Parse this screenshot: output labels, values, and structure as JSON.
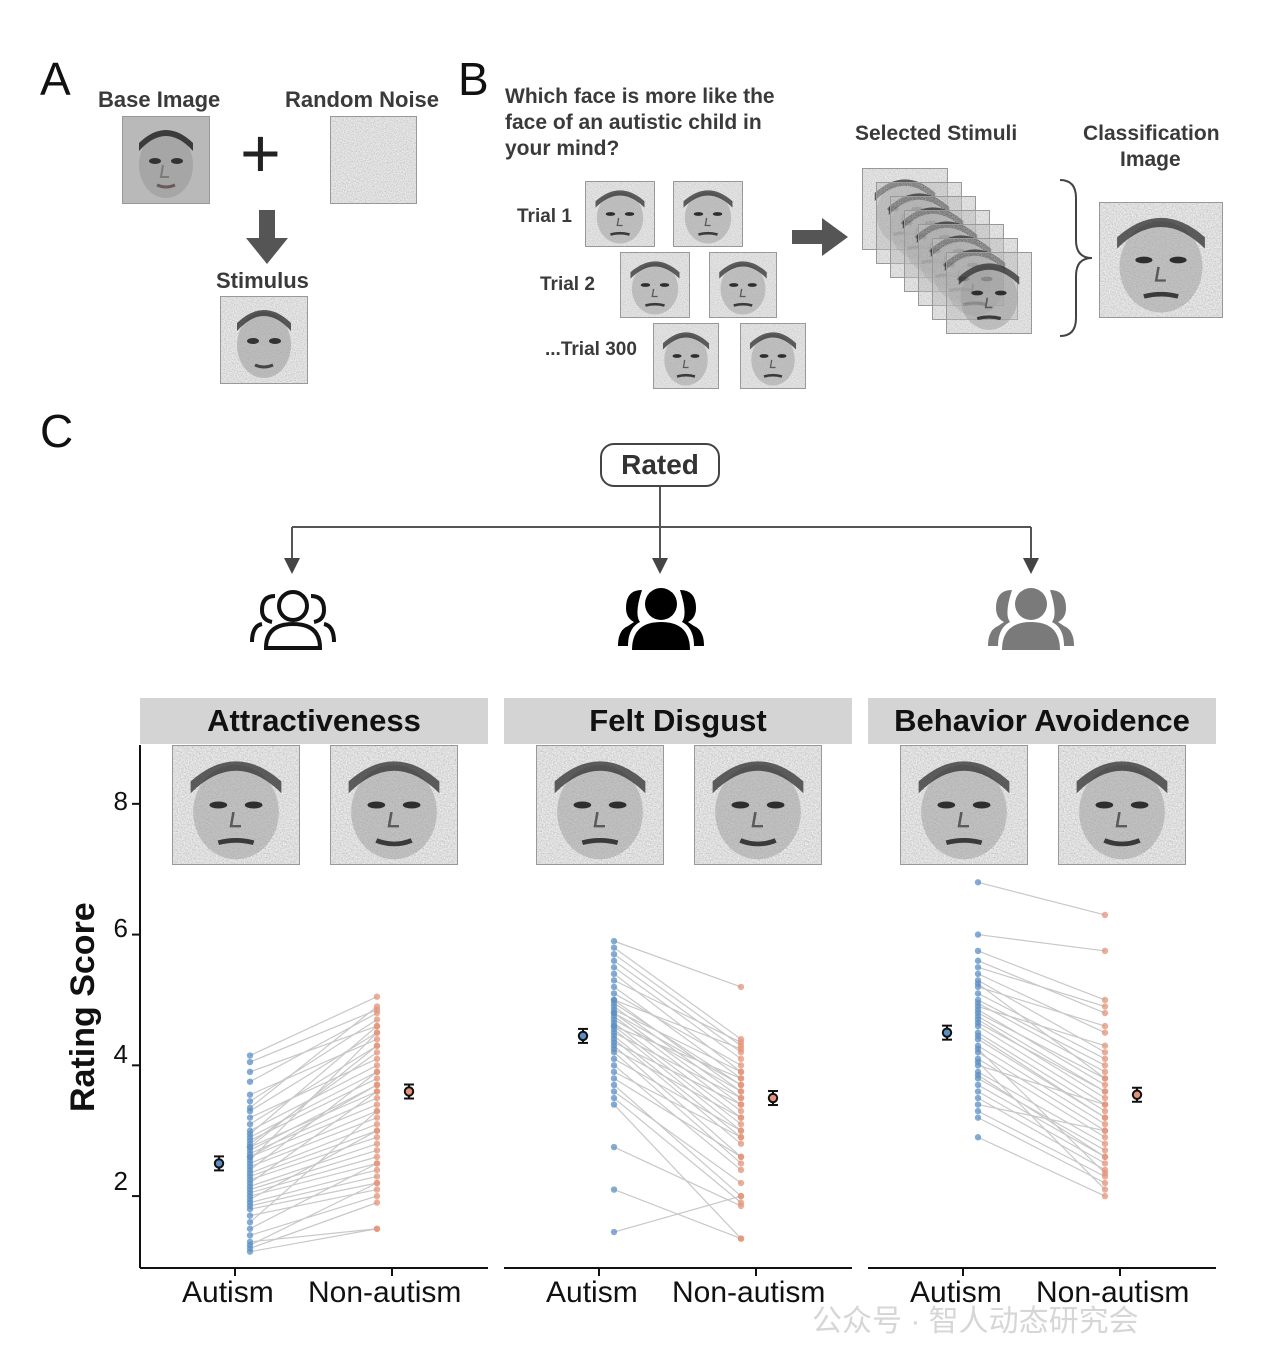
{
  "panel_a": {
    "letter": "A",
    "base_image_label": "Base Image",
    "noise_label": "Random Noise",
    "plus_symbol": "+",
    "stimulus_label": "Stimulus"
  },
  "panel_b": {
    "letter": "B",
    "question_lines": [
      "Which face is more like the",
      "face of an autistic child in",
      "your mind?"
    ],
    "trials": [
      "Trial 1",
      "Trial 2",
      "...Trial 300"
    ],
    "selected_label": "Selected Stimuli",
    "classification_lines": [
      "Classification",
      "Image"
    ]
  },
  "panel_c": {
    "letter": "C",
    "rated_label": "Rated",
    "ylabel": "Rating Score",
    "yticks": [
      "2",
      "4",
      "6",
      "8"
    ],
    "watermark": "公众号 · 智人动态研究会"
  },
  "colors": {
    "autism": "#5b8fc4",
    "non_autism": "#e3937a",
    "pair_line": "#c8c8c8",
    "strip": "#d4d4d4",
    "icon_outline": "#111111",
    "icon_black": "#000000",
    "icon_gray": "#7a7a7a"
  },
  "icons": [
    "people-outline-icon",
    "people-filled-black-icon",
    "people-filled-gray-icon"
  ],
  "chart_data": [
    {
      "type": "scatter",
      "title": "Attractiveness",
      "categories": [
        "Autism",
        "Non-autism"
      ],
      "ylabel": "Rating Score",
      "ylim": [
        0.9,
        8.9
      ],
      "yticks": [
        2,
        4,
        6,
        8
      ],
      "means": [
        2.5,
        3.6
      ],
      "paired_series": [
        {
          "name": "Autism",
          "values": [
            4.15,
            4.05,
            3.9,
            3.75,
            3.55,
            3.45,
            3.3,
            3.2,
            3.1,
            3.0,
            2.95,
            2.9,
            2.85,
            2.8,
            2.75,
            2.7,
            2.65,
            2.6,
            2.55,
            2.5,
            2.45,
            2.4,
            2.35,
            2.3,
            2.25,
            2.2,
            2.15,
            2.1,
            2.05,
            2.0,
            1.95,
            1.9,
            1.85,
            1.8,
            1.7,
            1.6,
            1.5,
            1.4,
            1.3,
            1.25,
            1.2,
            1.15,
            2.6,
            2.75,
            3.35
          ]
        },
        {
          "name": "Non-autism",
          "values": [
            5.05,
            4.85,
            4.6,
            4.8,
            4.4,
            4.7,
            4.5,
            4.1,
            4.3,
            4.0,
            4.6,
            3.9,
            3.8,
            4.2,
            3.6,
            3.7,
            3.5,
            3.4,
            4.5,
            3.3,
            3.2,
            3.9,
            3.1,
            3.0,
            2.9,
            3.6,
            2.8,
            2.7,
            2.6,
            2.5,
            3.0,
            2.4,
            2.3,
            2.2,
            2.1,
            3.3,
            2.5,
            2.0,
            1.5,
            2.2,
            1.9,
            1.5,
            3.7,
            4.3,
            4.9
          ]
        }
      ]
    },
    {
      "type": "scatter",
      "title": "Felt Disgust",
      "categories": [
        "Autism",
        "Non-autism"
      ],
      "ylabel": "Rating Score",
      "ylim": [
        0.9,
        8.9
      ],
      "yticks": [
        2,
        4,
        6,
        8
      ],
      "means": [
        4.45,
        3.5
      ],
      "paired_series": [
        {
          "name": "Autism",
          "values": [
            5.9,
            5.8,
            5.7,
            5.6,
            5.5,
            5.4,
            5.3,
            5.2,
            5.1,
            5.0,
            4.95,
            4.9,
            4.85,
            4.8,
            4.75,
            4.7,
            4.65,
            4.6,
            4.55,
            4.5,
            4.45,
            4.4,
            4.35,
            4.3,
            4.25,
            4.2,
            4.1,
            4.0,
            3.9,
            3.8,
            3.7,
            3.6,
            3.5,
            3.4,
            2.75,
            2.1,
            1.45,
            4.6,
            4.8,
            5.0
          ]
        },
        {
          "name": "Non-autism",
          "values": [
            5.2,
            4.4,
            4.3,
            4.2,
            4.1,
            3.9,
            4.35,
            3.8,
            4.0,
            3.6,
            3.7,
            3.5,
            3.9,
            3.4,
            3.3,
            3.6,
            3.2,
            3.1,
            3.0,
            3.5,
            2.9,
            2.8,
            3.4,
            2.6,
            3.2,
            2.5,
            3.0,
            2.4,
            2.9,
            2.6,
            2.0,
            2.2,
            1.9,
            1.35,
            1.85,
            1.35,
            2.0,
            3.8,
            3.7,
            4.25
          ]
        }
      ]
    },
    {
      "type": "scatter",
      "title": "Behavior Avoidence",
      "categories": [
        "Autism",
        "Non-autism"
      ],
      "ylabel": "Rating Score",
      "ylim": [
        0.9,
        8.9
      ],
      "yticks": [
        2,
        4,
        6,
        8
      ],
      "means": [
        4.5,
        3.55
      ],
      "paired_series": [
        {
          "name": "Autism",
          "values": [
            6.8,
            6.0,
            5.75,
            5.6,
            5.5,
            5.4,
            5.3,
            5.2,
            5.1,
            5.0,
            4.95,
            4.9,
            4.85,
            4.8,
            4.75,
            4.7,
            4.6,
            4.5,
            4.4,
            4.3,
            4.2,
            4.1,
            4.0,
            3.9,
            3.8,
            3.7,
            3.6,
            3.5,
            3.4,
            3.3,
            3.2,
            2.9,
            4.65,
            4.45,
            4.05,
            3.85,
            5.25,
            4.25
          ]
        },
        {
          "name": "Non-autism",
          "values": [
            6.3,
            5.75,
            5.0,
            4.8,
            4.9,
            4.5,
            4.2,
            4.6,
            4.1,
            4.0,
            3.9,
            4.3,
            3.7,
            3.8,
            3.6,
            3.5,
            3.4,
            3.3,
            3.2,
            3.1,
            3.0,
            2.9,
            3.4,
            2.8,
            2.7,
            2.6,
            2.5,
            2.4,
            3.0,
            2.3,
            2.2,
            2.0,
            3.6,
            3.2,
            2.1,
            2.6,
            3.8,
            2.35
          ]
        }
      ]
    }
  ]
}
